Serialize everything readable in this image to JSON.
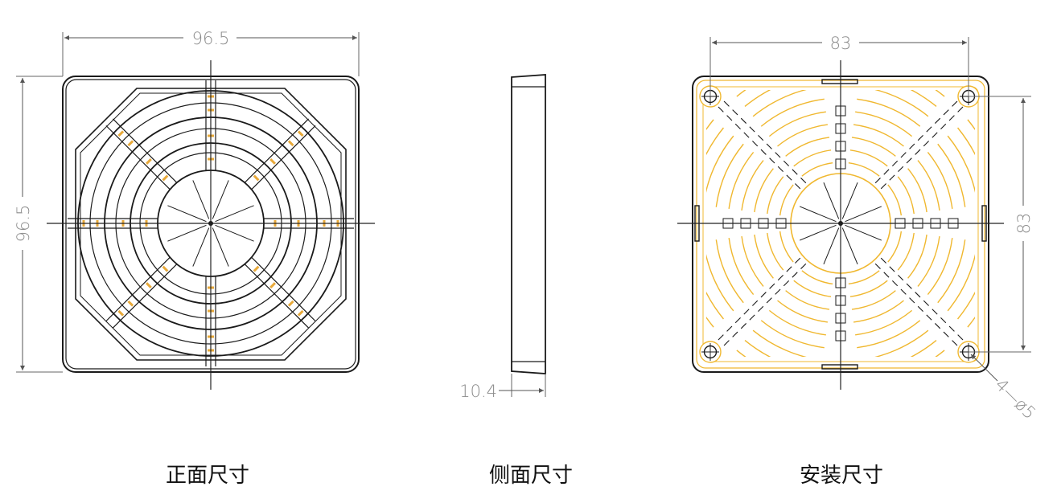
{
  "views": {
    "front": {
      "caption": "正面尺寸",
      "width_label": "96.5",
      "height_label": "96.5"
    },
    "side": {
      "caption": "侧面尺寸",
      "thickness_label": "10.4"
    },
    "mounting": {
      "caption": "安装尺寸",
      "width_label": "83",
      "height_label": "83",
      "hole_label": "4—ø5"
    }
  },
  "colors": {
    "outline": "#1a1a1a",
    "grille_front_accent": "#e8a93a",
    "grille_mount": "#f0b830",
    "dimension": "#8c8c8c",
    "centerline": "#222222"
  }
}
